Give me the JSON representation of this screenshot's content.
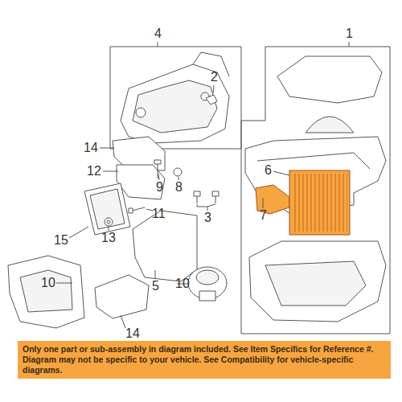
{
  "diagram": {
    "nodes": [
      {
        "text": [
          "Only one part or sub-assembly in diagram included. See Item Specifics for Reference #. Diagram may not be specific to your vehicle. See Compatibility for vehicle-specific diagrams."
        ]
      }
    ],
    "labels": [
      "4",
      "2",
      "1",
      "14",
      "12",
      "9",
      "8",
      "6",
      "7",
      "3",
      "15",
      "11",
      "13",
      "10",
      "5",
      "10",
      "14"
    ]
  }
}
